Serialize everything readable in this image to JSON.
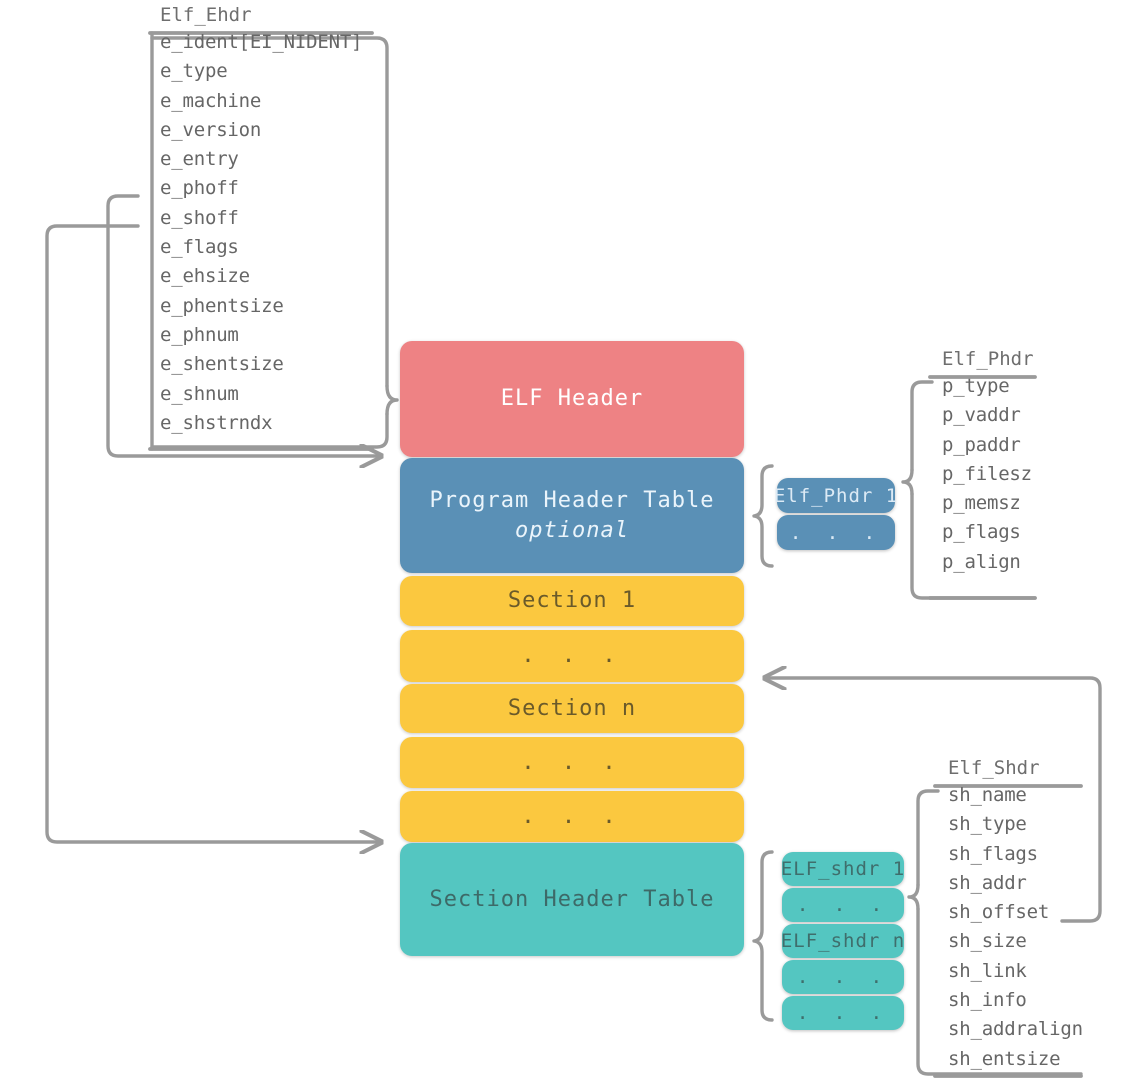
{
  "diagram": {
    "title": "ELF file format layout",
    "colors": {
      "elf_header": "#ee8284",
      "program_header_table": "#5a90b6",
      "section": "#fbc83f",
      "section_header_table": "#54c6c1",
      "connector": "#9a9a9a",
      "field_text": "#666666"
    }
  },
  "elf_ehdr": {
    "name": "Elf_Ehdr",
    "fields": [
      "e_ident[EI_NIDENT]",
      "e_type",
      "e_machine",
      "e_version",
      "e_entry",
      "e_phoff",
      "e_shoff",
      "e_flags",
      "e_ehsize",
      "e_phentsize",
      "e_phnum",
      "e_shentsize",
      "e_shnum",
      "e_shstrndx"
    ]
  },
  "elf_phdr": {
    "name": "Elf_Phdr",
    "fields": [
      "p_type",
      "p_vaddr",
      "p_paddr",
      "p_filesz",
      "p_memsz",
      "p_flags",
      "p_align"
    ]
  },
  "elf_shdr": {
    "name": "Elf_Shdr",
    "fields": [
      "sh_name",
      "sh_type",
      "sh_flags",
      "sh_addr",
      "sh_offset",
      "sh_size",
      "sh_link",
      "sh_info",
      "sh_addralign",
      "sh_entsize"
    ]
  },
  "layout_blocks": [
    {
      "id": "elf-header",
      "label": "ELF Header",
      "sub_label": ""
    },
    {
      "id": "program-header-table",
      "label": "Program Header Table",
      "sub_label": "optional"
    },
    {
      "id": "section-1",
      "label": "Section 1",
      "sub_label": ""
    },
    {
      "id": "section-gap-1",
      "label": ". . .",
      "sub_label": ""
    },
    {
      "id": "section-n",
      "label": "Section n",
      "sub_label": ""
    },
    {
      "id": "section-gap-2",
      "label": ". . .",
      "sub_label": ""
    },
    {
      "id": "section-gap-3",
      "label": ". . .",
      "sub_label": ""
    },
    {
      "id": "section-header-table",
      "label": "Section Header Table",
      "sub_label": ""
    }
  ],
  "phdr_entries": [
    "Elf_Phdr 1",
    ". . ."
  ],
  "shdr_entries": [
    "ELF_shdr 1",
    ". . .",
    "ELF_shdr n",
    ". . .",
    ". . ."
  ]
}
